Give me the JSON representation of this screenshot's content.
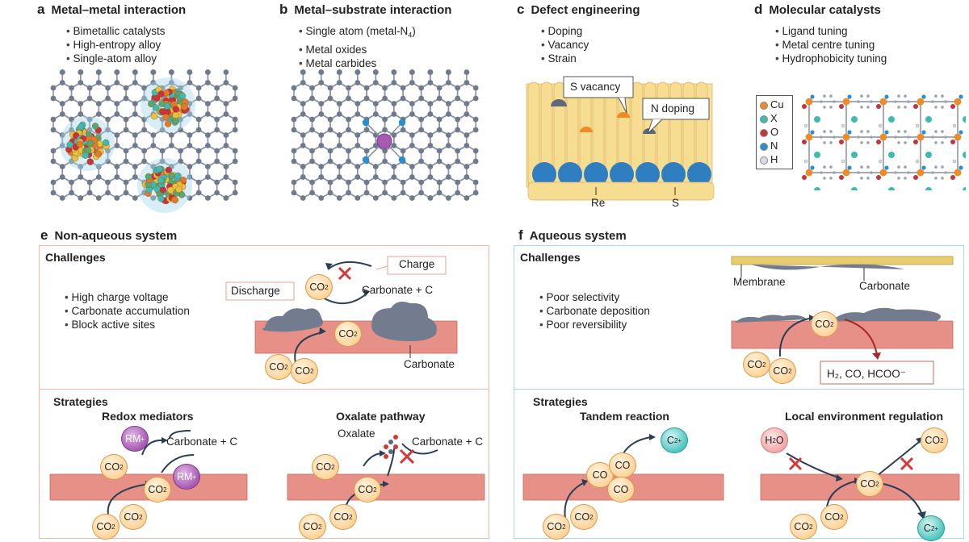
{
  "panels": {
    "a": {
      "letter": "a",
      "title": "Metal–metal interaction",
      "bullets": [
        "Bimetallic catalysts",
        "High-entropy alloy",
        "Single-atom alloy"
      ]
    },
    "b": {
      "letter": "b",
      "title": "Metal–substrate interaction",
      "bullets_pre": [
        "Single atom (metal-N"
      ],
      "bullet_sub": "4",
      "bullet_post": ")",
      "bullets": [
        "Metal oxides",
        "Metal carbides"
      ]
    },
    "c": {
      "letter": "c",
      "title": "Defect engineering",
      "bullets": [
        "Doping",
        "Vacancy",
        "Strain"
      ],
      "callouts": {
        "vacancy": "S vacancy",
        "doping": "N doping"
      },
      "atom_labels": {
        "re": "Re",
        "s": "S"
      }
    },
    "d": {
      "letter": "d",
      "title": "Molecular catalysts",
      "bullets": [
        "Ligand tuning",
        "Metal centre tuning",
        "Hydrophobicity tuning"
      ],
      "legend": [
        {
          "label": "Cu",
          "color": "#f08a24"
        },
        {
          "label": "X",
          "color": "#3cbcb0"
        },
        {
          "label": "O",
          "color": "#c8323a"
        },
        {
          "label": "N",
          "color": "#2a8fd0"
        },
        {
          "label": "H",
          "color": "#d9dde3"
        }
      ]
    },
    "e": {
      "letter": "e",
      "title": "Non-aqueous system",
      "challenges_title": "Challenges",
      "challenges": [
        "High charge voltage",
        "Carbonate accumulation",
        "Block active sites"
      ],
      "charge": "Charge",
      "discharge": "Discharge",
      "carbonate_c": "Carbonate + C",
      "carbonate": "Carbonate",
      "strategies_title": "Strategies",
      "redox_title": "Redox mediators",
      "oxalate_title": "Oxalate pathway",
      "rm": "RM",
      "oxalate": "Oxalate"
    },
    "f": {
      "letter": "f",
      "title": "Aqueous system",
      "challenges_title": "Challenges",
      "challenges": [
        "Poor selectivity",
        "Carbonate deposition",
        "Poor reversibility"
      ],
      "membrane": "Membrane",
      "carbonate": "Carbonate",
      "products": "H₂, CO, HCOO⁻",
      "strategies_title": "Strategies",
      "tandem_title": "Tandem reaction",
      "local_title": "Local environment regulation",
      "co": "CO",
      "c2": "C",
      "c2_sub": "2+",
      "h2o": "H",
      "h2o_sub": "2",
      "h2o_post": "O"
    }
  },
  "molecule": {
    "co": "CO",
    "co_sub": "2"
  },
  "colors": {
    "substrate": "#e79088",
    "substrate_edge": "#c96a63",
    "carbonate": "#737c8f",
    "co2_fill": "#fbd49a",
    "arrow": "#2c3e55",
    "cross": "#d8373a",
    "box_e": "#f2b6ab",
    "box_f": "#a9d8ea",
    "c2_fill": "#4fc6bf",
    "rm_fill": "#a65ab0"
  }
}
